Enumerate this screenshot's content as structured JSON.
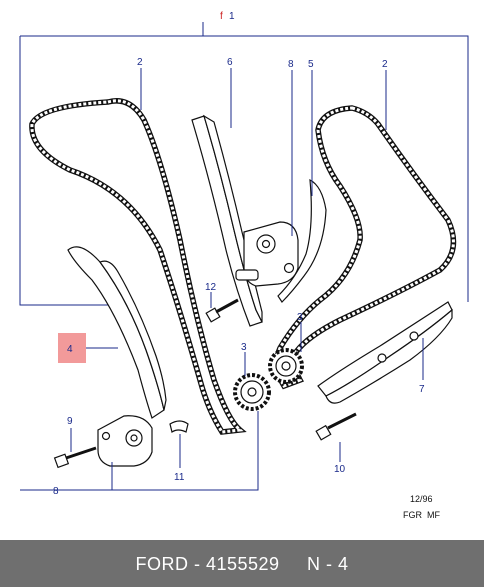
{
  "labels": {
    "l1_prefix": "f",
    "l1": "1",
    "l2a": "2",
    "l6": "6",
    "l8a": "8",
    "l5": "5",
    "l2b": "2",
    "l4": "4",
    "l12": "12",
    "l3a": "3",
    "l3b": "3",
    "l7": "7",
    "l9": "9",
    "l11": "11",
    "l10": "10",
    "l8b": "8"
  },
  "date_note": "12/96",
  "code_note": "FGR  MF",
  "footer": {
    "text": "FORD - 4155529     N - 4",
    "bg_color": "#6f6f6f"
  },
  "colors": {
    "leader": "#1a2a8a",
    "highlight": "#f29a9a",
    "accent_red": "#cc1f1f"
  }
}
